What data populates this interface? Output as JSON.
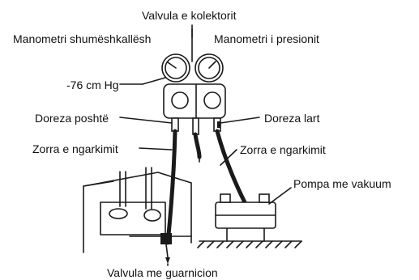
{
  "labels": {
    "manifold_valve": "Valvula e kolektorit",
    "compound_gauge": "Manometri shumëshkallësh",
    "pressure_gauge": "Manometri i presionit",
    "vacuum_reading": "-76 cm Hg",
    "low_handle": "Doreza poshtë",
    "high_handle": "Doreza lart",
    "charge_hose_left": "Zorra e ngarkimit",
    "charge_hose_right": "Zorra e ngarkimit",
    "vacuum_pump": "Pompa me vakuum",
    "service_valve": "Valvula me guarnicion"
  },
  "colors": {
    "line": "#1a1a1a",
    "text": "#111111",
    "background": "#ffffff"
  }
}
